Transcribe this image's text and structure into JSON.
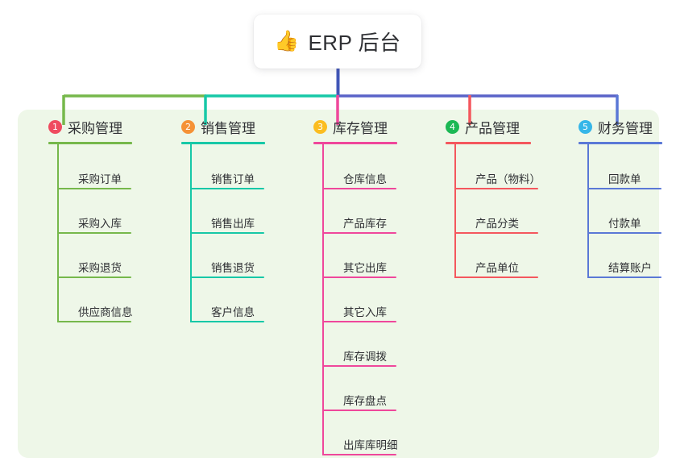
{
  "diagram": {
    "type": "mindmap-tree",
    "root": {
      "icon": "thumbs-up-icon",
      "emoji": "👍",
      "title": "ERP 后台"
    },
    "panel_color": "#eef7e8",
    "trunk_color": "#4156b8",
    "columns": [
      {
        "index": "1",
        "badge": "①",
        "badge_number": "1",
        "badge_color": "#ef4b5f",
        "line_color": "#76b84b",
        "label": "采购管理",
        "items": [
          {
            "label": "采购订单"
          },
          {
            "label": "采购入库"
          },
          {
            "label": "采购退货"
          },
          {
            "label": "供应商信息"
          }
        ]
      },
      {
        "index": "2",
        "badge": "②",
        "badge_number": "2",
        "badge_color": "#f59236",
        "line_color": "#17c8a7",
        "label": "销售管理",
        "items": [
          {
            "label": "销售订单"
          },
          {
            "label": "销售出库"
          },
          {
            "label": "销售退货"
          },
          {
            "label": "客户信息"
          }
        ]
      },
      {
        "index": "3",
        "badge": "③",
        "badge_number": "3",
        "badge_color": "#fbbd20",
        "line_color": "#ef479b",
        "label": "库存管理",
        "items": [
          {
            "label": "仓库信息"
          },
          {
            "label": "产品库存"
          },
          {
            "label": "其它出库"
          },
          {
            "label": "其它入库"
          },
          {
            "label": "库存调拨"
          },
          {
            "label": "库存盘点"
          },
          {
            "label": "出库库明细"
          }
        ]
      },
      {
        "index": "4",
        "badge": "④",
        "badge_number": "4",
        "badge_color": "#1cb854",
        "line_color": "#f4575d",
        "label": "产品管理",
        "items": [
          {
            "label": "产品（物料）"
          },
          {
            "label": "产品分类"
          },
          {
            "label": "产品单位"
          }
        ]
      },
      {
        "index": "5",
        "badge": "⑤",
        "badge_number": "5",
        "badge_color": "#36b6e8",
        "line_color": "#5a78d6",
        "label": "财务管理",
        "items": [
          {
            "label": "回款单"
          },
          {
            "label": "付款单"
          },
          {
            "label": "结算账户"
          }
        ]
      }
    ]
  }
}
